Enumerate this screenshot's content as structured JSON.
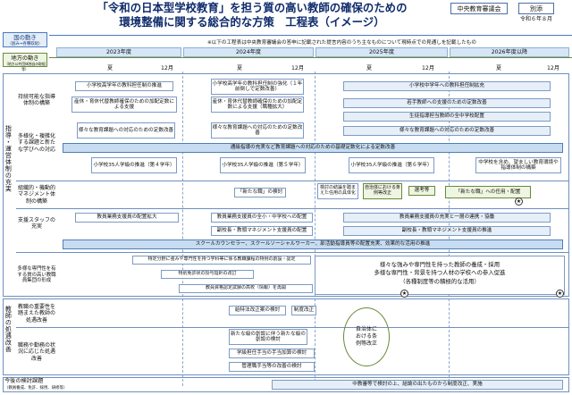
{
  "title": {
    "line1": "「令和の日本型学校教育」を担う質の高い教師の確保のための",
    "line2": "環境整備に関する総合的な方策　工程表（イメージ）"
  },
  "header": {
    "org": "中央教育審議会",
    "annex": "別添",
    "date": "令和６年８月"
  },
  "legend": {
    "national": "国の動き",
    "national_sub": "（囲み⇒各種取組）",
    "local": "地方の動き",
    "local_sub": "（地方公共団体独自の取組等）"
  },
  "note": "※以下の工程表は中央教育審議会の答申に記載された提言内容のうち主なものについて現時点での見通しを記載したもの",
  "years": [
    {
      "label": "2023年度",
      "summer": "夏",
      "dec": "12月"
    },
    {
      "label": "2024年度",
      "summer": "夏",
      "dec": "12月"
    },
    {
      "label": "2025年度",
      "summer": "夏",
      "dec": "12月"
    },
    {
      "label": "2026年度以降",
      "summer": "夏",
      "dec": "12月"
    }
  ],
  "sections": {
    "s1": "指導・運営体制の充実",
    "s2": "教師の処遇改善",
    "s3": "今後の検討課題",
    "s3_sub": "（教員養成、免許、採用、研修等）"
  },
  "labels": {
    "l1": "持続可能な指導体制の構築",
    "l2": "多様化・複雑化する課題と新たな学びへの対応",
    "l3": "組織的・機動的マネジメント体制の構築",
    "l4": "支援スタッフの充実",
    "l5": "多様な専門性を有する質の高い教職員集団の形成",
    "l6": "教職の重要性を踏まえた教師の処遇改善",
    "l7": "職務や勤務の状況に応じた処遇改善"
  },
  "items": {
    "a1": "小学校高学年の教科担任制の推進",
    "a2": "小学校高学年の教科担任制の強化（１年前倒しで定数改善）",
    "a3": "小学校中学年への教科担任制拡充",
    "a4": "産休・育休代替教師確保のための加配定数による支援",
    "a5": "産休・育休代替教師確保のための加配定数による支援（職種拡大）",
    "a6": "若手教師への支援のための定数改善",
    "a7": "生徒指導担当教師の全中学校配置",
    "a8": "様々な教育課題への対応のための定数改善",
    "a9": "様々な教育課題への対応のための定数改善",
    "a10": "様々な教育課題への対応のための定数改善",
    "a11": "通級指導の充実など教育課題への対応のための基礎定数化による定数改善",
    "a12": "小学校35人学級の推進（第４学年）",
    "a13": "小学校35人学級の推進（第５学年）",
    "a14": "小学校35人学級の推進（第６学年）",
    "a15": "中学校を含め、望ましい教育環境や指導体制の構築",
    "b1": "「新たな職」の検討",
    "b2": "検討の結論を踏まえた任用の具体化",
    "b3": "自治体における条例等改正",
    "b4": "選考等",
    "b5": "「新たな職」への任用・配置",
    "c1": "教員業務支援員の配置拡大",
    "c2": "教員業務支援員の全小・中学校への配置",
    "c3": "教員業務支援員の充実と一層の連携・協働",
    "c4": "副校長・教頭マネジメント支援員の配置",
    "c5": "副校長・教頭マネジメント支援員の推進",
    "c6": "スクールカウンセラー、スクールソーシャルワーカー、部活動指導員等の配置充実、効果的な活用の推進",
    "d1": "特定分野に強みや専門性を持つ学科等に係る教職課程の特例の創設・認定",
    "d2": "特別免許状の授与指針の改訂",
    "d3": "教員資格認定試験の高校（情報）を再開",
    "d4": "様々な強みや専門性を持った教師の養成・採用",
    "d5": "多様な専門性・背景を持つ人材の学校への参入促進",
    "d6": "（各種制度等の積極的な活用）",
    "e1": "給特法改正案の検討",
    "e2": "制度改正",
    "e3": "自治体における条例等改正",
    "f1": "新たな級の創設に伴う新たな級の創設の検討",
    "f2": "学級担任手当の手当加算の検討",
    "f3": "管理職手当等の改善の検討",
    "g1": "中教審等で検討の上、結論の出たものから制度改正、実施"
  }
}
